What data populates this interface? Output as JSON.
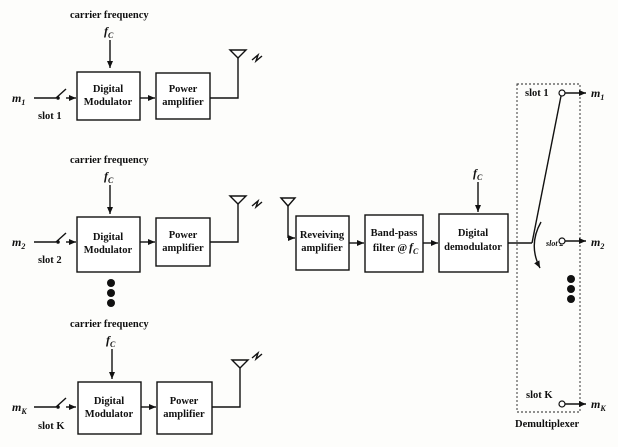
{
  "transmitters": [
    {
      "carrier_label": "carrier frequency",
      "fc_symbol": "f",
      "fc_sub": "C",
      "msg_symbol": "m",
      "msg_sub": "1",
      "slot_label": "slot 1",
      "modulator_line1": "Digital",
      "modulator_line2": "Modulator",
      "amp_line1": "Power",
      "amp_line2": "amplifier"
    },
    {
      "carrier_label": "carrier frequency",
      "fc_symbol": "f",
      "fc_sub": "C",
      "msg_symbol": "m",
      "msg_sub": "2",
      "slot_label": "slot 2",
      "modulator_line1": "Digital",
      "modulator_line2": "Modulator",
      "amp_line1": "Power",
      "amp_line2": "amplifier"
    },
    {
      "carrier_label": "carrier frequency",
      "fc_symbol": "f",
      "fc_sub": "C",
      "msg_symbol": "m",
      "msg_sub": "K",
      "slot_label": "slot K",
      "modulator_line1": "Digital",
      "modulator_line2": "Modulator",
      "amp_line1": "Power",
      "amp_line2": "amplifier"
    }
  ],
  "receiver": {
    "rx_amp_line1": "Reveiving",
    "rx_amp_line2": "amplifier",
    "bpf_line1": "Band-pass",
    "bpf_line2": "filter @",
    "bpf_fc_symbol": "f",
    "bpf_fc_sub": "C",
    "demod_line1": "Digital",
    "demod_line2": "demodulator",
    "demod_fc_symbol": "f",
    "demod_fc_sub": "C"
  },
  "demux": {
    "title": "Demultiplexer",
    "slot_top": "slot 1",
    "slot_mid": "slot 2",
    "slot_bottom": "slot K",
    "out1_symbol": "m",
    "out1_sub": "1",
    "out2_symbol": "m",
    "out2_sub": "2",
    "outK_symbol": "m",
    "outK_sub": "K"
  }
}
